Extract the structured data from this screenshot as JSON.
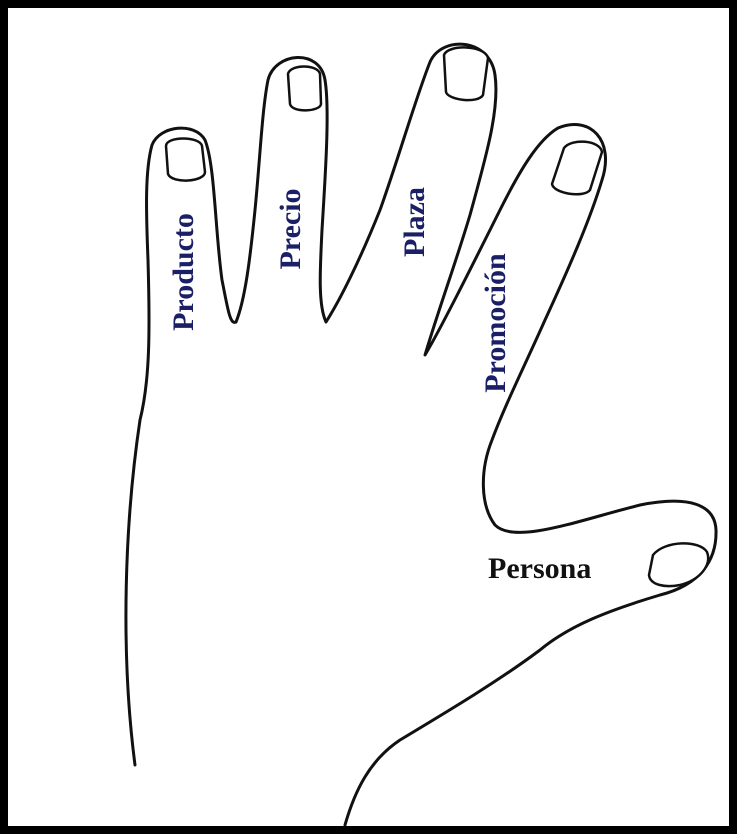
{
  "diagram": {
    "labels": {
      "producto": "Producto",
      "precio": "Precio",
      "plaza": "Plaza",
      "promocion": "Promoción",
      "persona": "Persona"
    }
  }
}
